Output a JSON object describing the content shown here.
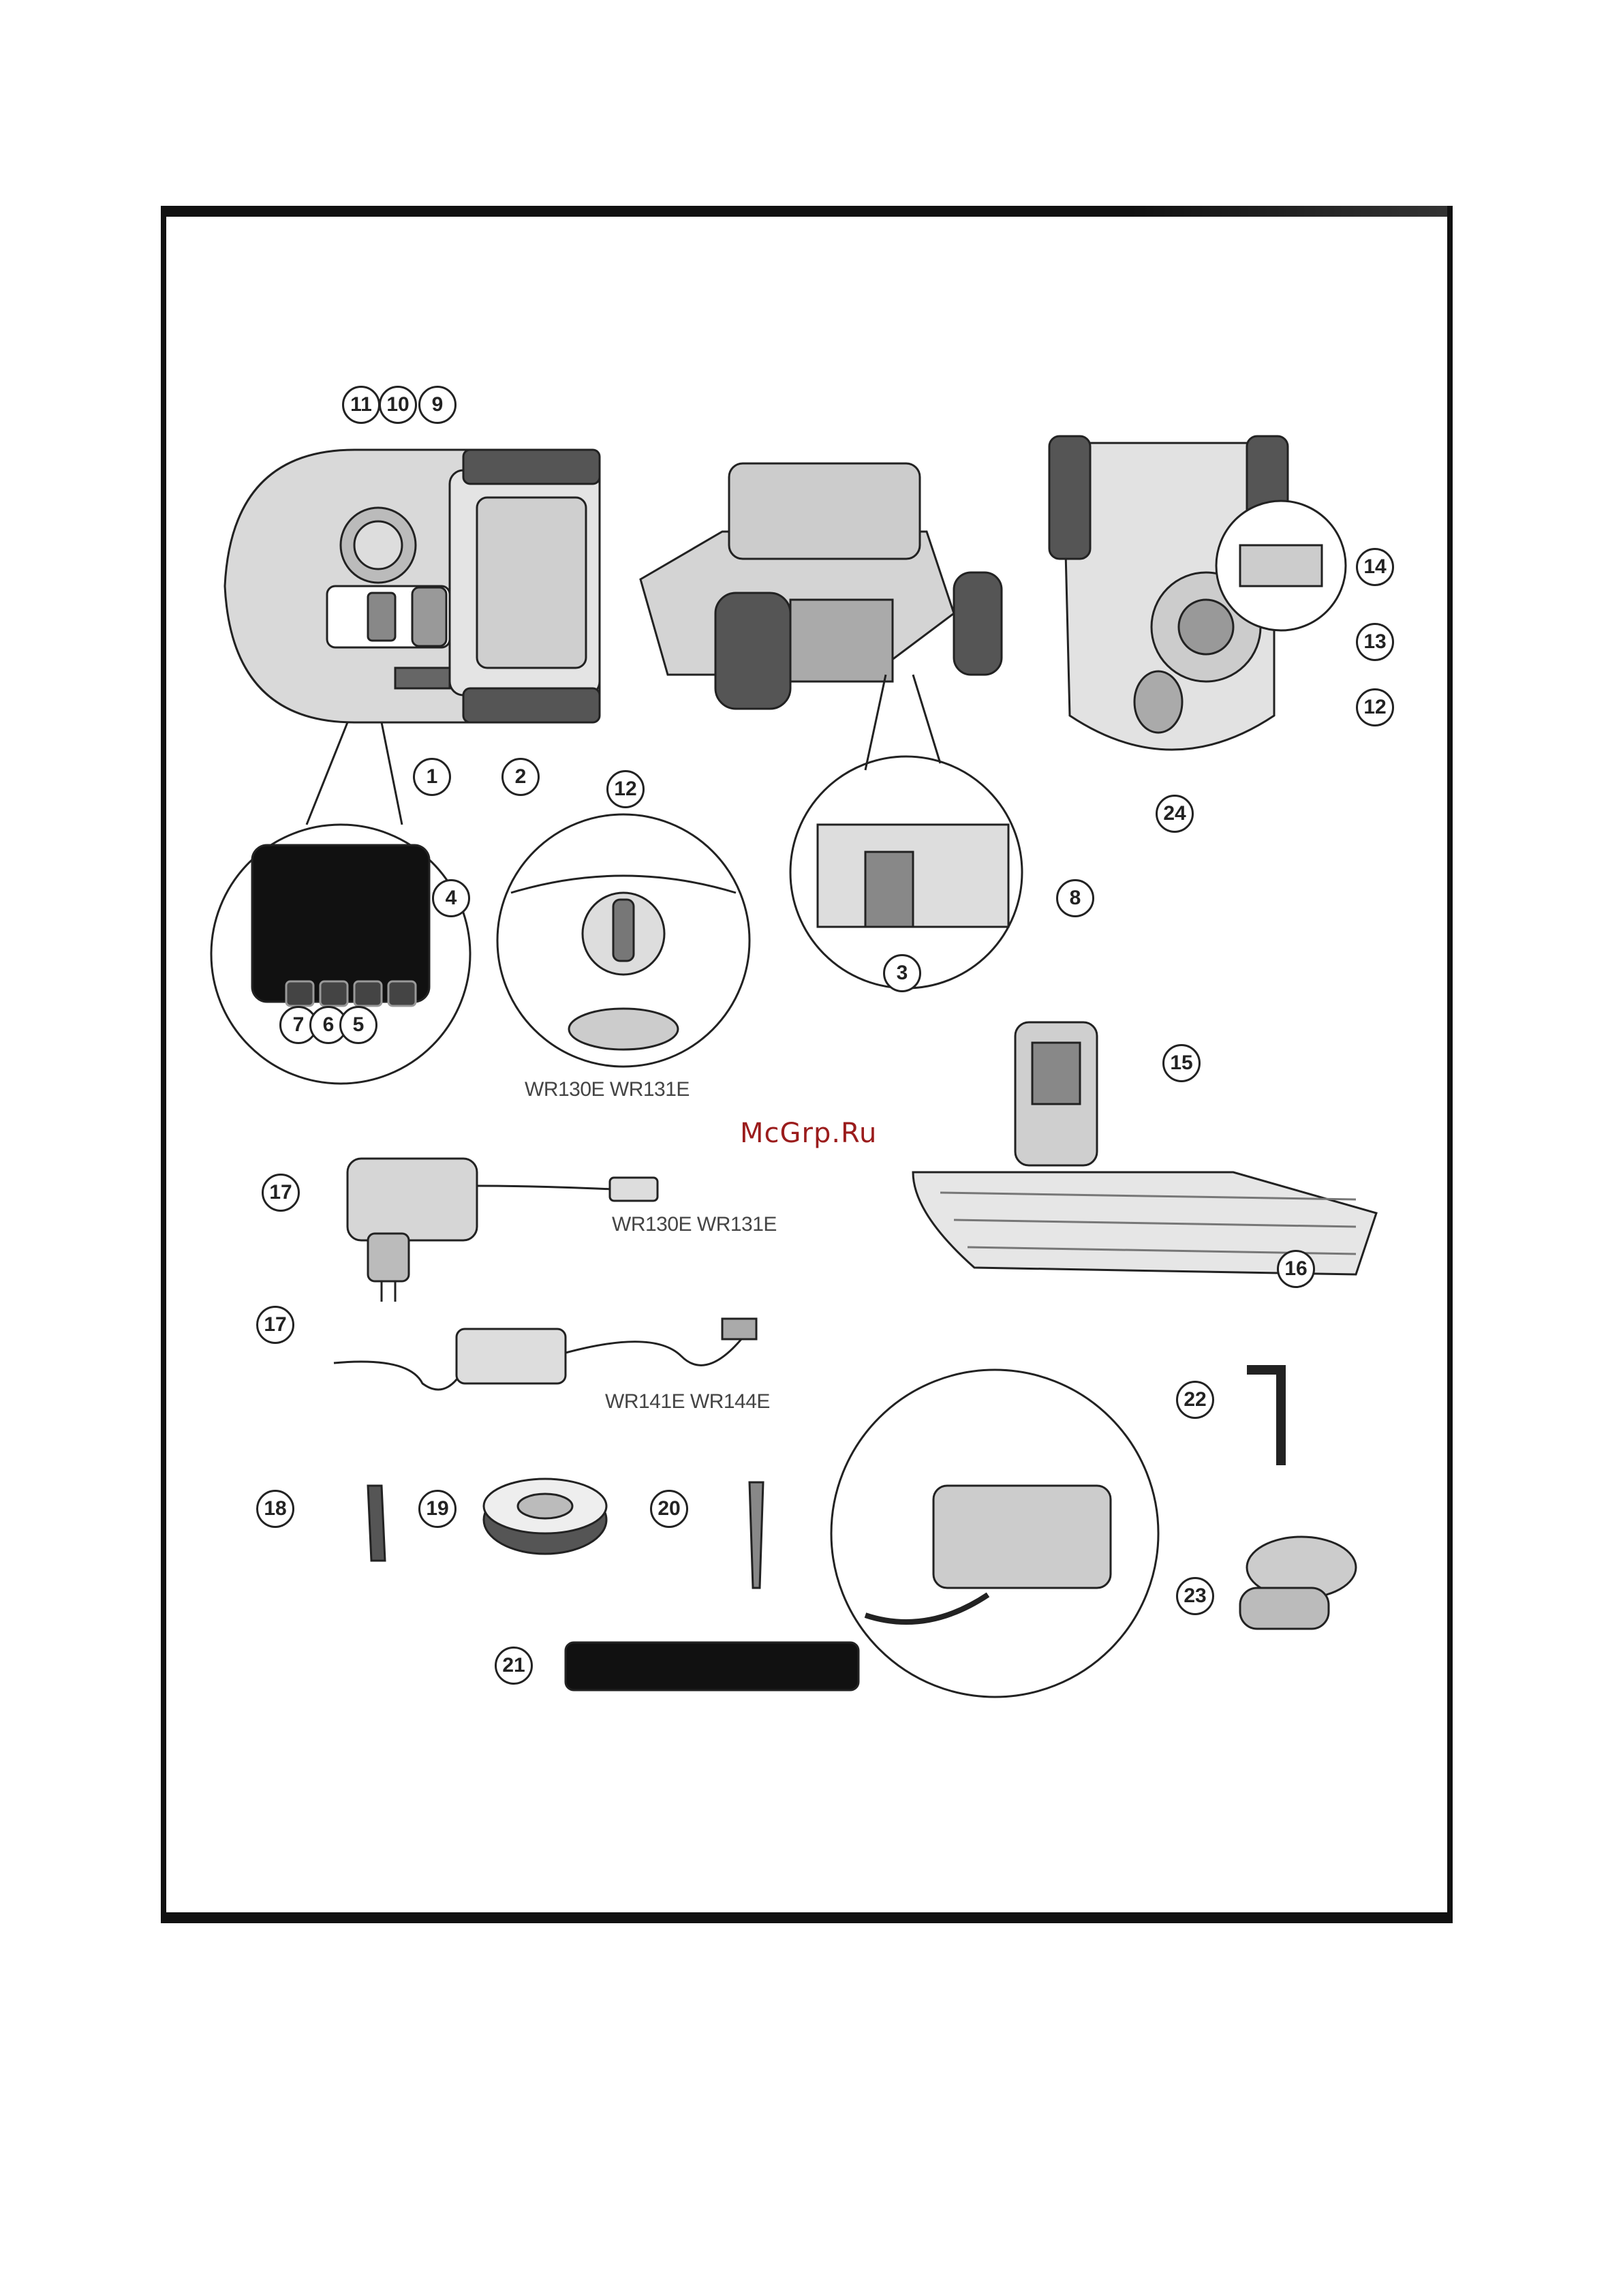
{
  "callouts": {
    "c1": "1",
    "c2": "2",
    "c3": "3",
    "c4": "4",
    "c5": "5",
    "c6": "6",
    "c7": "7",
    "c8": "8",
    "c9": "9",
    "c10": "10",
    "c11": "11",
    "c12": "12",
    "c13": "13",
    "c14": "14",
    "c15": "15",
    "c16": "16",
    "c17": "17",
    "c18": "18",
    "c19": "19",
    "c20": "20",
    "c21": "21",
    "c22": "22",
    "c23": "23",
    "c24": "24"
  },
  "models": {
    "wr130_131": "WR130E WR131E",
    "wr141_144": "WR141E WR144E"
  },
  "watermark": "McGrp.Ru"
}
